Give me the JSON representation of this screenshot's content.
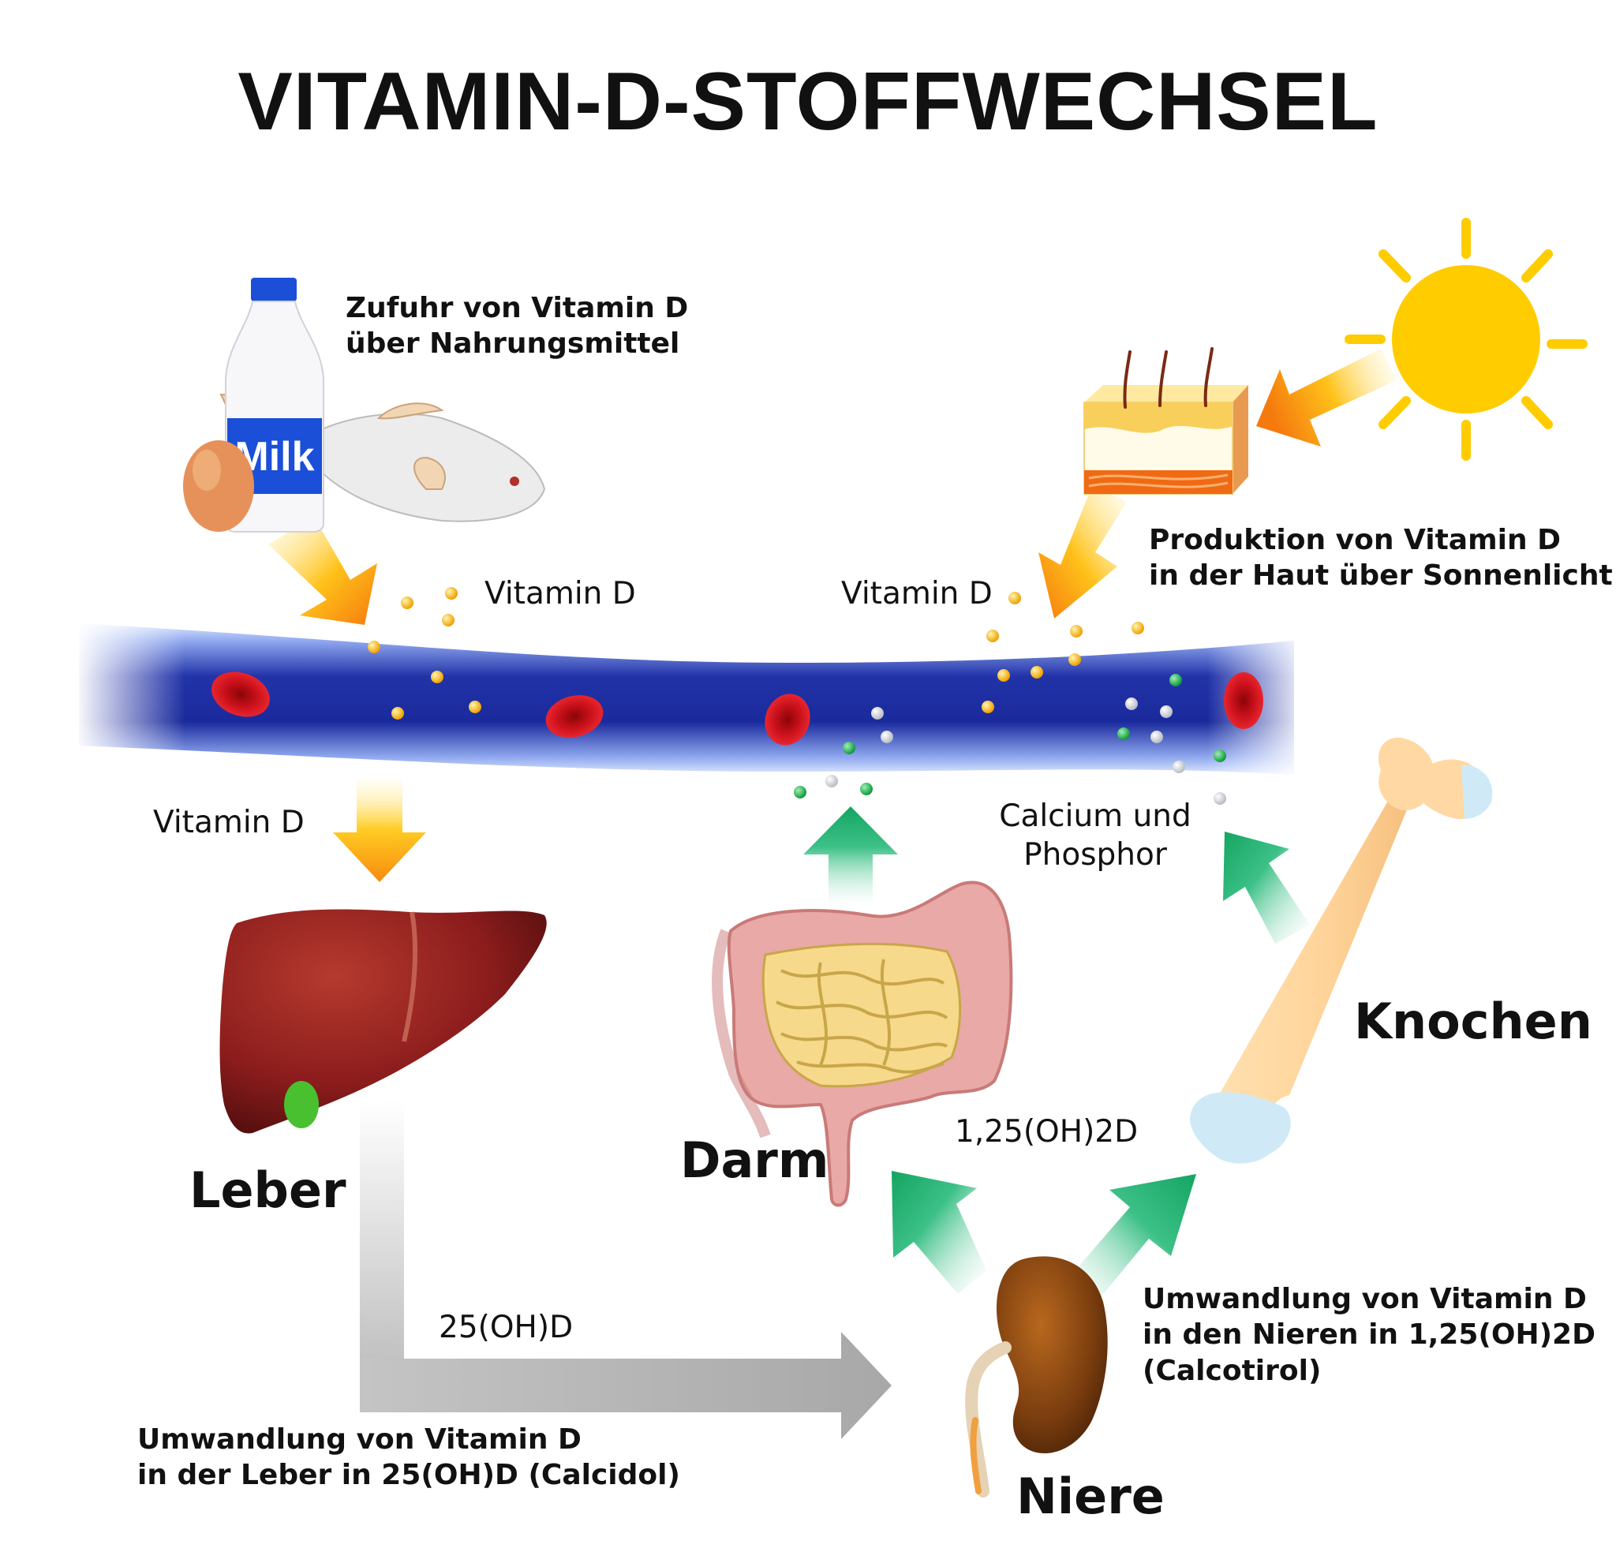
{
  "title": "VITAMIN-D-STOFFWECHSEL",
  "labels": {
    "intake": [
      "Zufuhr von Vitamin D",
      "über Nahrungsmittel"
    ],
    "skin_production": [
      "Produktion von Vitamin D",
      "in der Haut über Sonnenlicht"
    ],
    "vitd_left": "Vitamin D",
    "vitd_right": "Vitamin D",
    "vitd_down": "Vitamin D",
    "calcium": [
      "Calcium und",
      "Phosphor"
    ],
    "bone": "Knochen",
    "intestine": "Darm",
    "liver": "Leber",
    "kidney": "Niere",
    "calcitriol_short": "1,25(OH)2D",
    "calcidiol_short": "25(OH)D",
    "kidney_conversion": [
      "Umwandlung von Vitamin D",
      "in den Nieren in 1,25(OH)2D",
      "(Calcotirol)"
    ],
    "liver_conversion": [
      "Umwandlung von Vitamin D",
      "in der Leber in 25(OH)D (Calcidol)"
    ],
    "milk": "Milk"
  },
  "colors": {
    "vessel": "#1f2fa8",
    "blood_cell": "#d3141c",
    "vitamin_arrow": "#f7a71c",
    "mineral_arrow": "#1aa866",
    "grey_arrow": "#a7a7a7",
    "sun": "#ffcc00",
    "liver": "#8b1c1c",
    "kidney": "#7a3d0e"
  }
}
